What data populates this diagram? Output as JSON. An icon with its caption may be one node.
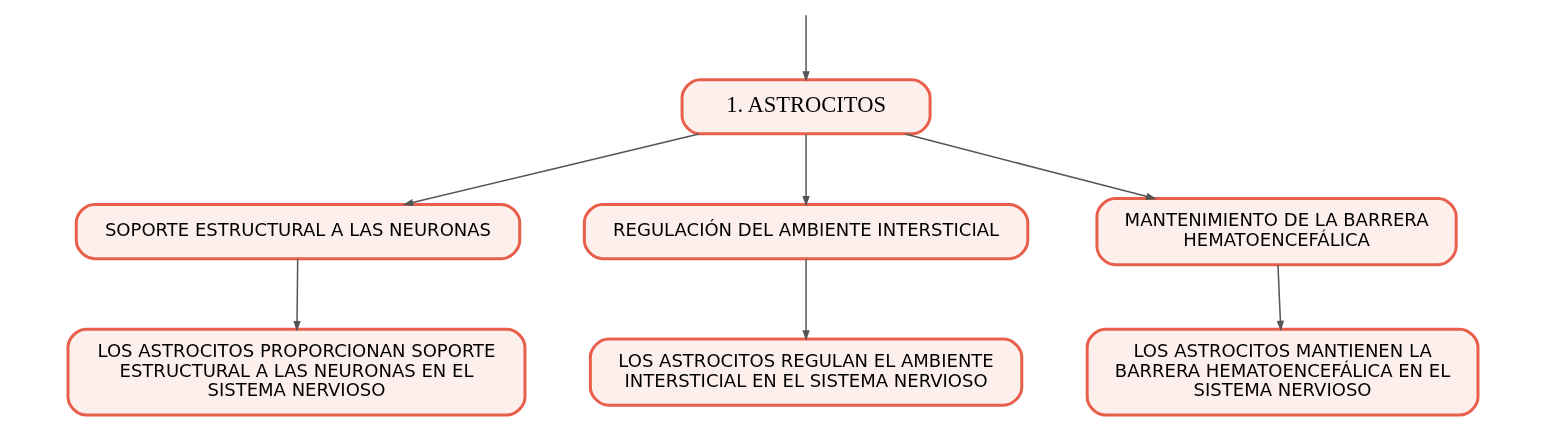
{
  "diagram": {
    "nodes": [
      {
        "text": [
          "1. ASTROCITOS"
        ]
      },
      {
        "text": [
          "SOPORTE ESTRUCTURAL A LAS NEURONAS"
        ]
      },
      {
        "text": [
          "REGULACIÓN DEL AMBIENTE INTERSTICIAL"
        ]
      },
      {
        "text": [
          "MANTENIMIENTO DE LA BARRERA HEMATOENCEFÁLICA"
        ]
      },
      {
        "text": [
          "LOS ASTROCITOS PROPORCIONAN SOPORTE ESTRUCTURAL A LAS NEURONAS EN EL SISTEMA NERVIOSO"
        ]
      },
      {
        "text": [
          "LOS ASTROCITOS REGULAN EL AMBIENTE INTERSTICIAL EN EL SISTEMA NERVIOSO"
        ]
      },
      {
        "text": [
          "LOS ASTROCITOS MANTIENEN LA BARRERA HEMATOENCEFÁLICA EN EL SISTEMA NERVIOSO"
        ]
      }
    ],
    "edges": [
      {
        "from": null,
        "to": 0,
        "arrow": "to"
      },
      {
        "from": 0,
        "to": 1,
        "arrow": "to"
      },
      {
        "from": 0,
        "to": 2,
        "arrow": "to"
      },
      {
        "from": 0,
        "to": 3,
        "arrow": "to"
      },
      {
        "from": 1,
        "to": 4,
        "arrow": "to"
      },
      {
        "from": 2,
        "to": 5,
        "arrow": "to"
      },
      {
        "from": 3,
        "to": 6,
        "arrow": "to"
      }
    ]
  }
}
